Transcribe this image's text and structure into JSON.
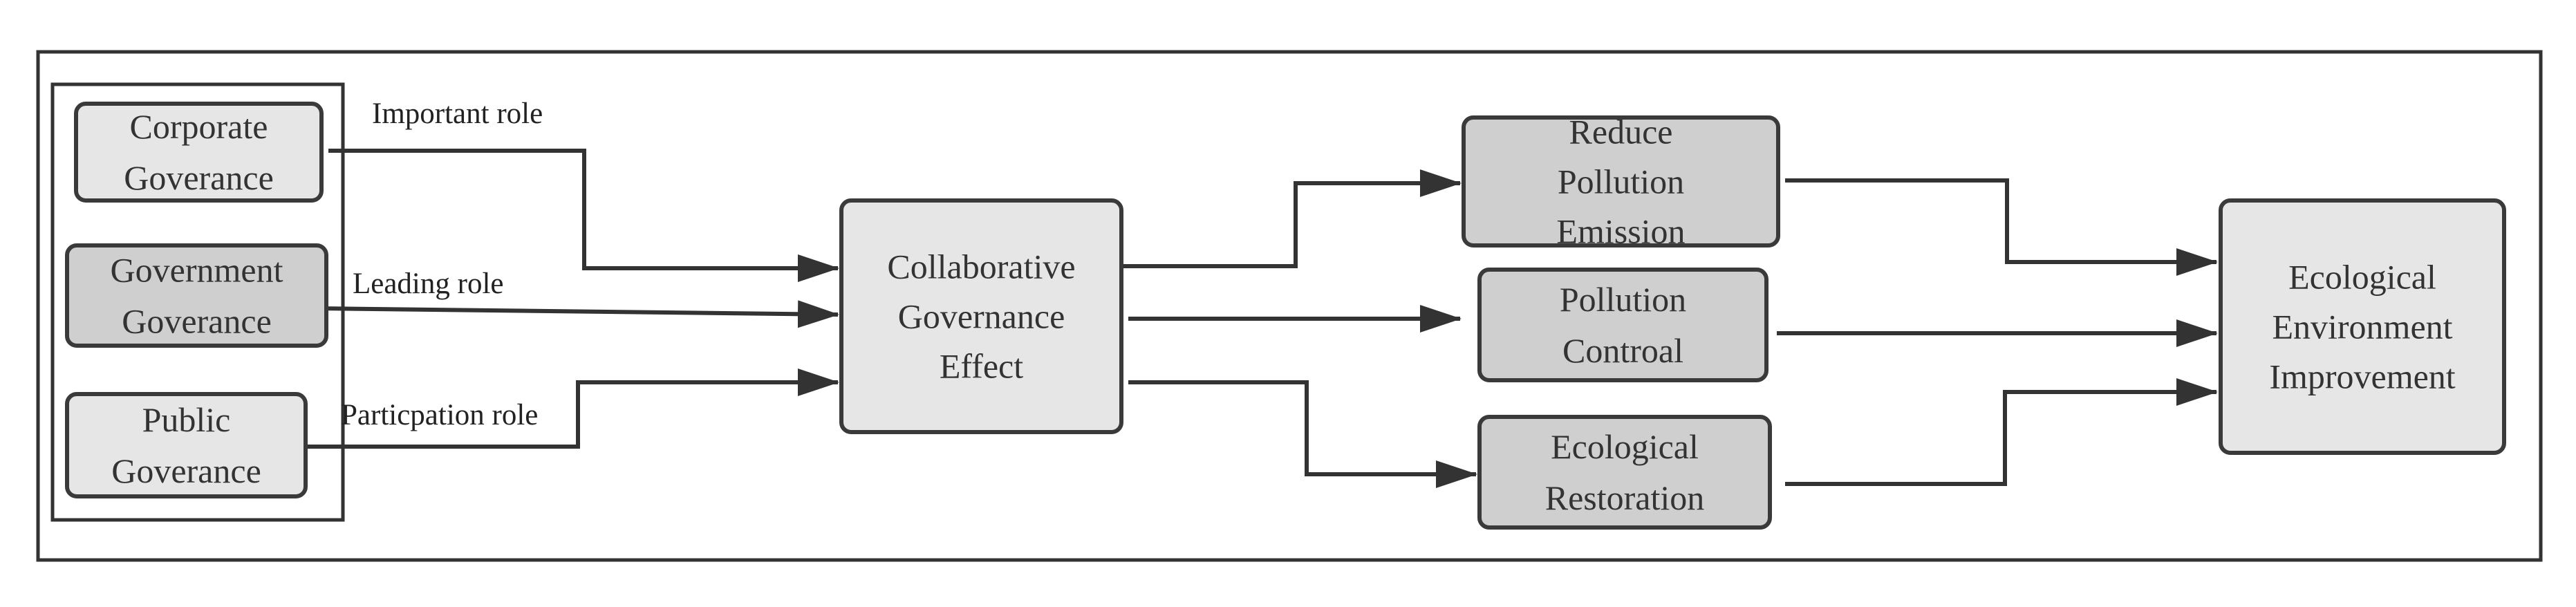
{
  "colors": {
    "frame": "#333333",
    "box_stroke": "#3a3a3a",
    "box_fill_light": "#e6e6e6",
    "box_fill_dark": "#cfcfcf",
    "arrow": "#333333"
  },
  "nodes": {
    "corporate": {
      "lines": [
        "Corporate",
        "Goverance"
      ],
      "fill": "light"
    },
    "government": {
      "lines": [
        "Government",
        "Goverance"
      ],
      "fill": "dark"
    },
    "public": {
      "lines": [
        "Public",
        "Goverance"
      ],
      "fill": "light"
    },
    "collab": {
      "lines": [
        "Collaborative",
        "Governance",
        "Effect"
      ],
      "fill": "light"
    },
    "reduce": {
      "lines": [
        "Reduce",
        "Pollution",
        "Emission"
      ],
      "fill": "dark"
    },
    "control": {
      "lines": [
        "Pollution",
        "Controal"
      ],
      "fill": "dark"
    },
    "restoration": {
      "lines": [
        "Ecological",
        "Restoration"
      ],
      "fill": "dark"
    },
    "ecological": {
      "lines": [
        "Ecological",
        "Environment",
        "Improvement"
      ],
      "fill": "light"
    }
  },
  "edge_labels": {
    "important": "Important role",
    "leading": "Leading role",
    "participation": "Particpation role"
  }
}
